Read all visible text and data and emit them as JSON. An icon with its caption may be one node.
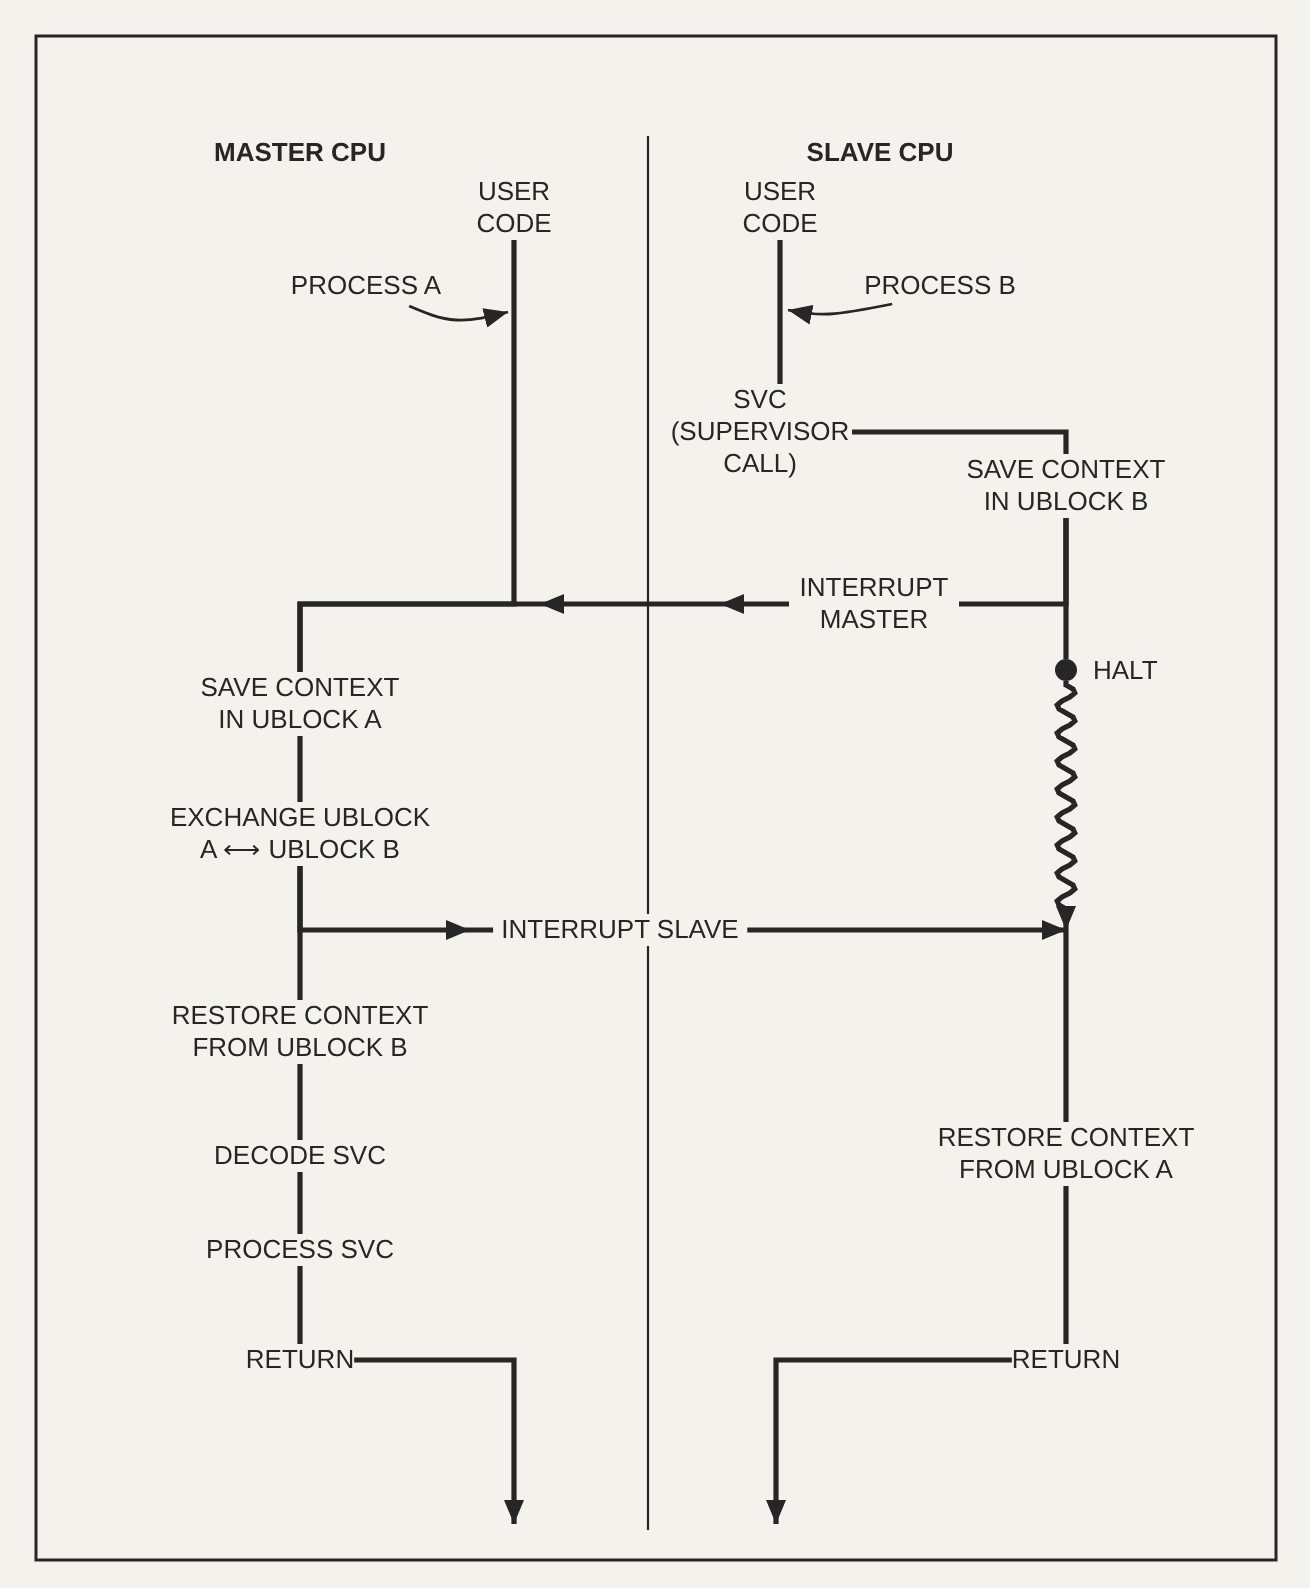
{
  "diagram": {
    "nodes": [
      {
        "text": [
          "USER CODE"
        ]
      },
      {
        "text": [
          "PROCESS A"
        ]
      },
      {
        "text": [
          "SAVE CONTEXT IN UBLOCK A"
        ]
      },
      {
        "text": [
          "EXCHANGE UBLOCK A ⟷ UBLOCK B"
        ]
      },
      {
        "text": [
          "RESTORE CONTEXT FROM UBLOCK B"
        ]
      },
      {
        "text": [
          "DECODE SVC"
        ]
      },
      {
        "text": [
          "PROCESS SVC"
        ]
      },
      {
        "text": [
          "RETURN"
        ]
      },
      {
        "text": [
          "USER CODE"
        ]
      },
      {
        "text": [
          "PROCESS B"
        ]
      },
      {
        "text": [
          "SVC (SUPERVISOR CALL)"
        ]
      },
      {
        "text": [
          "SAVE CONTEXT IN UBLOCK B"
        ]
      },
      {
        "text": [
          "INTERRUPT MASTER"
        ]
      },
      {
        "text": [],
        "shape": "circle",
        "beside": [
          "HALT"
        ]
      },
      {
        "text": [
          "INTERRUPT SLAVE"
        ]
      },
      {
        "text": [
          "RESTORE CONTEXT FROM UBLOCK A"
        ]
      },
      {
        "text": [
          "RETURN"
        ]
      }
    ],
    "edges": [
      {
        "from": 0,
        "to": 2,
        "arrow": "none"
      },
      {
        "from": 1,
        "to": null,
        "arrow": "to"
      },
      {
        "from": 2,
        "to": 3,
        "arrow": "none"
      },
      {
        "from": 3,
        "to": 4,
        "arrow": "none"
      },
      {
        "from": 4,
        "to": 5,
        "arrow": "none"
      },
      {
        "from": 5,
        "to": 6,
        "arrow": "none"
      },
      {
        "from": 6,
        "to": 7,
        "arrow": "none"
      },
      {
        "from": 7,
        "to": null,
        "arrow": "to"
      },
      {
        "from": 8,
        "to": 10,
        "arrow": "none"
      },
      {
        "from": 9,
        "to": null,
        "arrow": "to"
      },
      {
        "from": 10,
        "to": 11,
        "arrow": "none"
      },
      {
        "from": 11,
        "to": 13,
        "arrow": "none"
      },
      {
        "from": 11,
        "to": 12,
        "arrow": "none"
      },
      {
        "from": 12,
        "to": 2,
        "arrow": "to"
      },
      {
        "from": 3,
        "to": 14,
        "arrow": "to"
      },
      {
        "from": 14,
        "to": null,
        "arrow": "to"
      },
      {
        "from": 13,
        "to": 15,
        "arrow": "to"
      },
      {
        "from": 15,
        "to": 16,
        "arrow": "none"
      },
      {
        "from": 16,
        "to": null,
        "arrow": "to"
      }
    ],
    "labels": [
      "MASTER CPU",
      "SLAVE CPU"
    ]
  }
}
